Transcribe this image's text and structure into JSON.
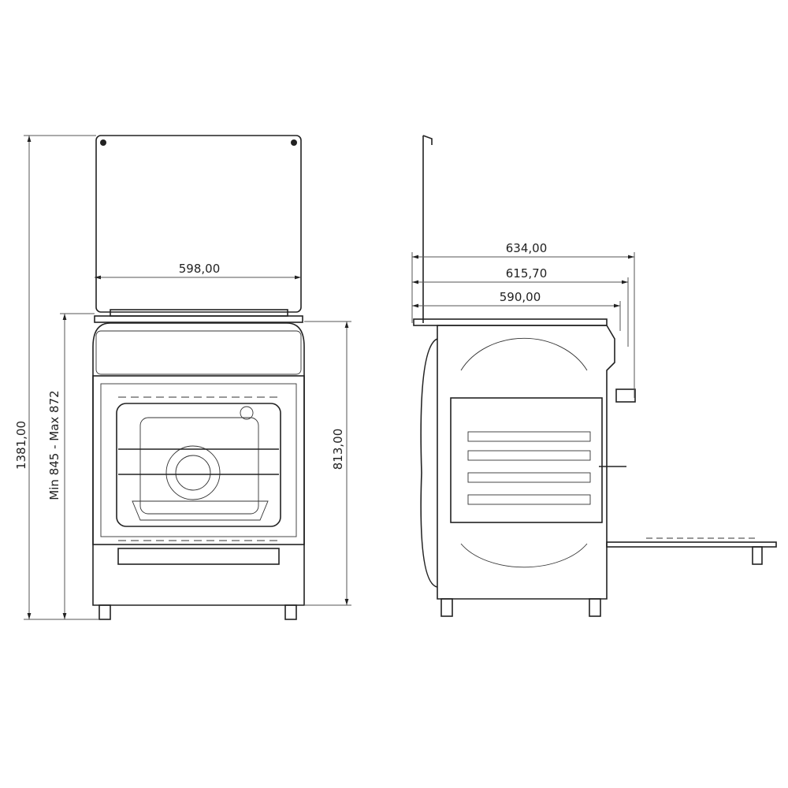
{
  "front_view": {
    "width_label": "598,00",
    "total_height_label": "1381,00",
    "worktop_height_label": "Min 845 - Max 872",
    "body_height_label": "813,00"
  },
  "side_view": {
    "depth_max_label": "634,00",
    "depth_mid_label": "615,70",
    "depth_body_label": "590,00"
  },
  "colors": {
    "line": "#222222",
    "background": "#ffffff"
  }
}
